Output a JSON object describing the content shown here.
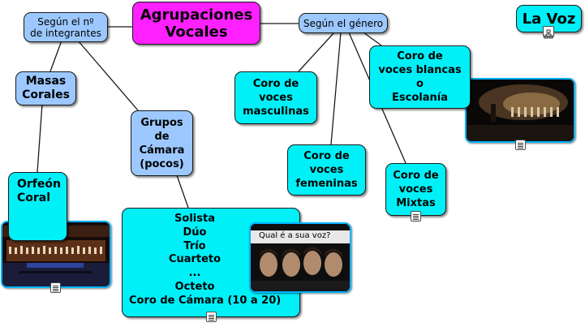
{
  "colors": {
    "node_cyan": "#00f0f8",
    "node_blue": "#9cc8ff",
    "node_magenta": "#ff20ff",
    "link": "#1a1a1a",
    "thumb_border": "#00b4ff"
  },
  "title": {
    "line1": "Agrupaciones",
    "line2": "Vocales"
  },
  "la_voz": "La Voz",
  "segun_integrantes": {
    "line1": "Según el nº",
    "line2": "de integrantes"
  },
  "segun_genero": "Según el género",
  "masas": {
    "line1": "Masas",
    "line2": "Corales"
  },
  "grupos": {
    "line1": "Grupos",
    "line2": "de",
    "line3": "Cámara",
    "line4": "(pocos)"
  },
  "orfeon": {
    "line1": "Orfeón",
    "line2": "Coral"
  },
  "solistas": [
    "Solista",
    "Dúo",
    "Trío",
    "Cuarteto",
    "...",
    "Octeto",
    "Coro de Cámara (10 a 20)"
  ],
  "masculinas": {
    "line1": "Coro de",
    "line2": "voces",
    "line3": "masculinas"
  },
  "femeninas": {
    "line1": "Coro de",
    "line2": "voces",
    "line3": "femeninas"
  },
  "mixtas": {
    "line1": "Coro de",
    "line2": "voces",
    "line3": "Mixtas"
  },
  "blancas": {
    "line1": "Coro de",
    "line2": "voces blancas",
    "line3": "o",
    "line4": "Escolanía"
  },
  "video_caption": "Qual é a sua voz?",
  "icons": [
    "resource-icon",
    "concept-map-icon"
  ]
}
